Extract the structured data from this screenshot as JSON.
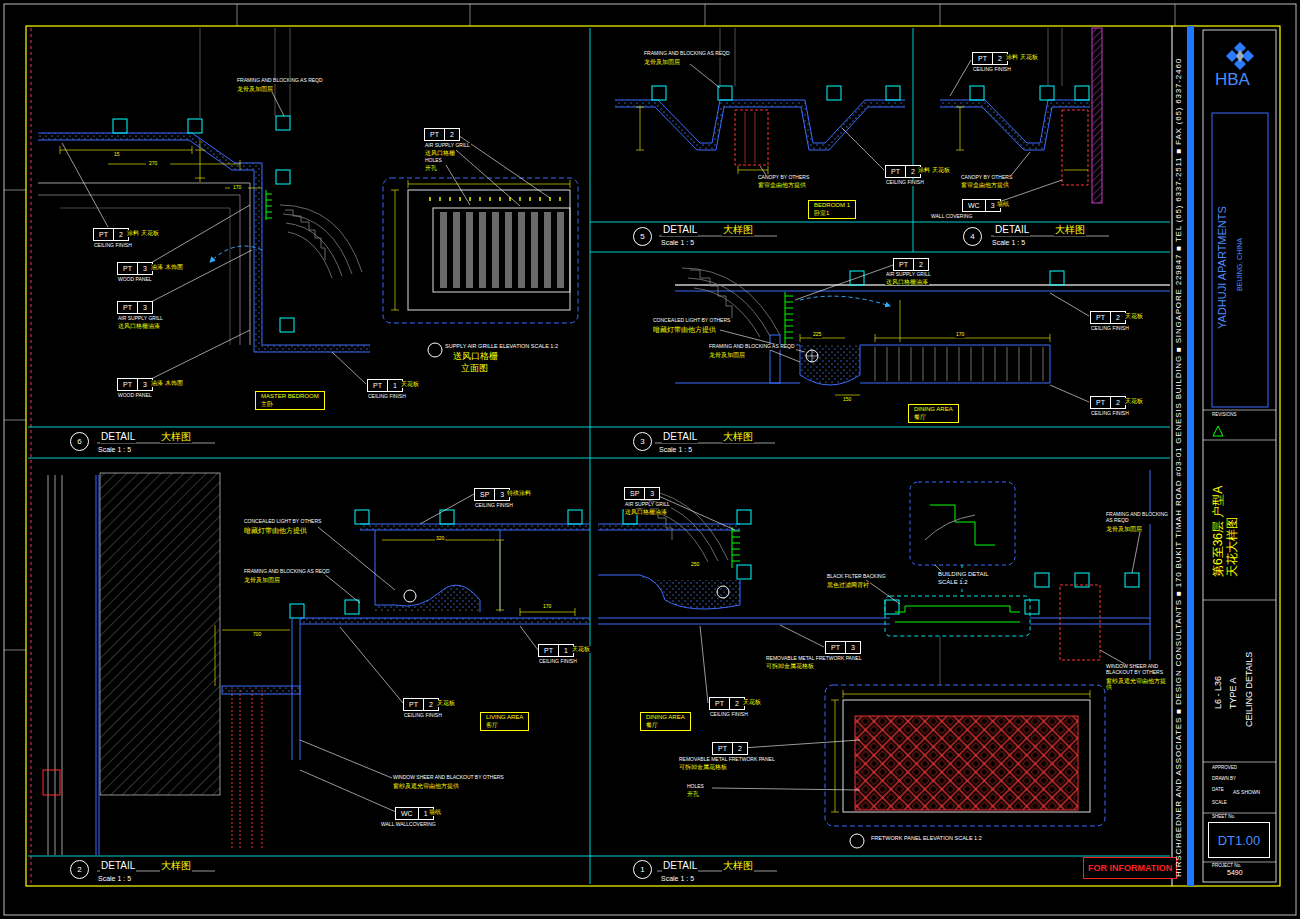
{
  "diagram": {
    "nodes": [
      {
        "text": [
          "PT",
          "2"
        ]
      },
      {
        "text": [
          "PT",
          "3"
        ]
      },
      {
        "text": [
          "PT",
          "3"
        ]
      },
      {
        "text": [
          "PT",
          "3"
        ]
      },
      {
        "text": [
          "PT",
          "1"
        ]
      },
      {
        "text": [
          "MASTER BEDROOM",
          "主卧"
        ]
      },
      {
        "text": [
          "PT",
          "2"
        ]
      },
      {
        "text": [
          "6"
        ]
      },
      {
        "text": [
          "PT",
          "2"
        ]
      },
      {
        "text": [
          "BEDROOM 1",
          "卧室1"
        ]
      },
      {
        "text": [
          "5"
        ]
      },
      {
        "text": [
          "PT",
          "2"
        ]
      },
      {
        "text": [
          "WC",
          "3"
        ]
      },
      {
        "text": [
          "4"
        ]
      },
      {
        "text": [
          "PT",
          "2"
        ]
      },
      {
        "text": [
          "PT",
          "2"
        ]
      },
      {
        "text": [
          "PT",
          "2"
        ]
      },
      {
        "text": [
          "DINING AREA",
          "餐厅"
        ]
      },
      {
        "text": [
          "3"
        ]
      },
      {
        "text": [
          "SP",
          "3"
        ]
      },
      {
        "text": [
          "PT",
          "1"
        ]
      },
      {
        "text": [
          "PT",
          "2"
        ]
      },
      {
        "text": [
          "LIVING AREA",
          "客厅"
        ]
      },
      {
        "text": [
          "WC",
          "1"
        ]
      },
      {
        "text": [
          "2"
        ]
      },
      {
        "text": [
          "SP",
          "3"
        ]
      },
      {
        "text": [
          "PT",
          "3"
        ]
      },
      {
        "text": [
          "PT",
          "2"
        ]
      },
      {
        "text": [
          "DINING AREA",
          "餐厅"
        ]
      },
      {
        "text": [
          "PT",
          "2"
        ]
      },
      {
        "text": [
          "1"
        ]
      },
      {
        "text": [
          "FOR INFORMATION"
        ]
      },
      {
        "text": [
          "DT1.00"
        ]
      }
    ],
    "labels": [
      "FRAMING AND BLOCKING AS REQD",
      "龙骨及加固层",
      "CEILING FINISH",
      "涂料 天花板",
      "WOOD PANEL",
      "油漆 木饰面",
      "AIR SUPPLY GRILL",
      "送风口格栅油漆",
      "WOOD PANEL",
      "油漆 木饰面",
      "CEILING FINISH",
      "天花板",
      "15",
      "270",
      "170",
      "AIR SUPPLY GRILL",
      "送风口格栅",
      "HOLES",
      "开孔",
      "SUPPLY AIR GRILLE ELEVATION SCALE 1:2",
      "送风口格栅",
      "立面图",
      "DETAIL",
      "大样图",
      "Scale 1 : 5",
      "FRAMING AND BLOCKING AS REQD",
      "龙骨及加固层",
      "CANOPY BY OTHERS",
      "窗帘盒由他方提供",
      "CEILING FINISH",
      "涂料 天花板",
      "DETAIL",
      "大样图",
      "Scale 1 : 5",
      "CEILING FINISH",
      "涂料 天花板",
      "CANOPY BY OTHERS",
      "窗帘盒由他方提供",
      "WALL COVERING",
      "墙纸",
      "DETAIL",
      "大样图",
      "Scale 1 : 5",
      "AIR SUPPLY GRILL",
      "送风口格栅油漆",
      "CEILING FINISH",
      "天花板",
      "CEILING FINISH",
      "天花板",
      "CONCEALED LIGHT BY OTHERS",
      "暗藏灯带由他方提供",
      "FRAMING AND BLOCKING AS REQD",
      "龙骨及加固层",
      "225",
      "170",
      "150",
      "DETAIL",
      "大样图",
      "Scale 1 : 5",
      "CEILING FINISH",
      "特殊涂料",
      "CONCEALED LIGHT BY OTHERS",
      "暗藏灯带由他方提供",
      "FRAMING AND BLOCKING AS REQD",
      "龙骨及加固层",
      "CEILING FINISH",
      "天花板",
      "CEILING FINISH",
      "天花板",
      "WINDOW SHEER AND BLACKOUT BY OTHERS",
      "窗纱及遮光帘由他方提供",
      "WALL WALLCOVERING",
      "墙纸",
      "320",
      "700",
      "170",
      "DETAIL",
      "大样图",
      "Scale 1 : 5",
      "AIR SUPPLY GRILL",
      "送风口格栅油漆",
      "BLACK FILTER BACKING",
      "黑色过滤网背衬",
      "BUILDING DETAIL",
      "SCALE 1:2",
      "REMOVABLE METAL FRETWORK PANEL",
      "可拆卸金属花格板",
      "CEILING FINISH",
      "天花板",
      "REMOVABLE METAL FRETWORK PANEL",
      "可拆卸金属花格板",
      "HOLES",
      "开孔",
      "FRAMING AND BLOCKING AS REQD",
      "龙骨及加固层",
      "WINDOW SHEER AND BLACKOUT BY OTHERS",
      "窗纱及遮光帘由他方提供",
      "FRETWORK PANEL ELEVATION SCALE 1:2",
      "250",
      "DETAIL",
      "大样图",
      "Scale 1 : 5",
      "HBA",
      "YADHUJI APARTMENTS",
      "BEIJING, CHINA",
      "REVISIONS",
      "第6至36层 户型A 天花大样图",
      "L6 - L36",
      "TYPE A",
      "CEILING DETAILS",
      "APPROVED",
      "DRAWN BY",
      "DATE",
      "AS SHOWN",
      "SCALE",
      "SHEET No.",
      "PROJECT No.",
      "5490",
      "HIRSCH/BEDNER AND ASSOCIATES ■ DESIGN CONSULTANTS ■ 170 BUKIT TIMAH ROAD #03-01 GENESIS BUILDING ■ SINGAPORE 229847 ■ TEL (65) 6337-2511 ■ FAX (65) 6337-2460"
    ]
  }
}
